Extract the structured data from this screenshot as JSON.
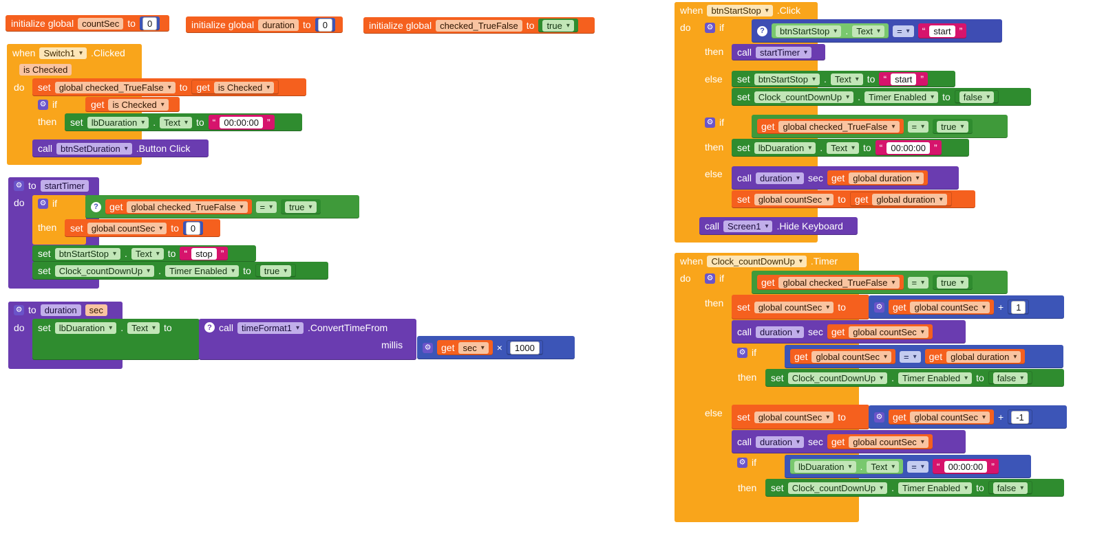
{
  "kw": {
    "initialize_global": "initialize global",
    "to": "to",
    "when": "when",
    "do": "do",
    "if": "if",
    "then": "then",
    "else": "else",
    "set": "set",
    "get": "get",
    "call": "call",
    "sec": "sec",
    "millis": "millis",
    "dot": ".",
    "eq": "=",
    "plus": "+",
    "times": "×",
    "open_quote": "“",
    "close_quote": "”"
  },
  "globals": [
    {
      "name": "countSec",
      "value": "0"
    },
    {
      "name": "duration",
      "value": "0"
    },
    {
      "name": "checked_TrueFalse",
      "value": "true"
    }
  ],
  "switch_event": {
    "component": "Switch1",
    "event": ".Clicked",
    "param": "is Checked",
    "set_var": "global checked_TrueFalse",
    "get_param": "is Checked",
    "if_get": "is Checked",
    "then_component": "lbDuaration",
    "then_prop": "Text",
    "then_value": "00:00:00",
    "call_component": "btnSetDuration",
    "call_event": ".Button Click"
  },
  "start_timer": {
    "name": "startTimer",
    "if_get": "global checked_TrueFalse",
    "if_cmp": "true",
    "then_set": "global countSec",
    "then_value": "0",
    "set1_component": "btnStartStop",
    "set1_prop": "Text",
    "set1_value": "stop",
    "set2_component": "Clock_countDownUp",
    "set2_prop": "Timer Enabled",
    "set2_value": "true"
  },
  "duration_proc": {
    "name": "duration",
    "param": "sec",
    "set_component": "lbDuaration",
    "set_prop": "Text",
    "call_component": "timeFormat1",
    "call_method": ".ConvertTimeFrom",
    "get_param": "sec",
    "multiplier": "1000"
  },
  "btn_click": {
    "component": "btnStartStop",
    "event": ".Click",
    "if_component": "btnStartStop",
    "if_prop": "Text",
    "if_value": "start",
    "then_call": "startTimer",
    "else_set1_component": "btnStartStop",
    "else_set1_prop": "Text",
    "else_set1_value": "start",
    "else_set2_component": "Clock_countDownUp",
    "else_set2_prop": "Timer Enabled",
    "else_set2_value": "false",
    "if2_get": "global checked_TrueFalse",
    "if2_cmp": "true",
    "then2_component": "lbDuaration",
    "then2_prop": "Text",
    "then2_value": "00:00:00",
    "else2_call": "duration",
    "else2_call_get": "global duration",
    "else2_set": "global countSec",
    "else2_set_get": "global duration",
    "final_call_component": "Screen1",
    "final_call_method": ".Hide Keyboard"
  },
  "timer_event": {
    "component": "Clock_countDownUp",
    "event": ".Timer",
    "if_get": "global checked_TrueFalse",
    "if_cmp": "true",
    "then_set": "global countSec",
    "then_get": "global countSec",
    "then_add": "1",
    "then_call": "duration",
    "then_call_get": "global countSec",
    "then_if_get1": "global countSec",
    "then_if_get2": "global duration",
    "then_if_component": "Clock_countDownUp",
    "then_if_prop": "Timer Enabled",
    "then_if_value": "false",
    "else_set": "global countSec",
    "else_get": "global countSec",
    "else_add": "-1",
    "else_call": "duration",
    "else_call_get": "global countSec",
    "else_if_component": "lbDuaration",
    "else_if_prop": "Text",
    "else_if_value": "00:00:00",
    "else_then_component": "Clock_countDownUp",
    "else_then_prop": "Timer Enabled",
    "else_then_value": "false"
  }
}
